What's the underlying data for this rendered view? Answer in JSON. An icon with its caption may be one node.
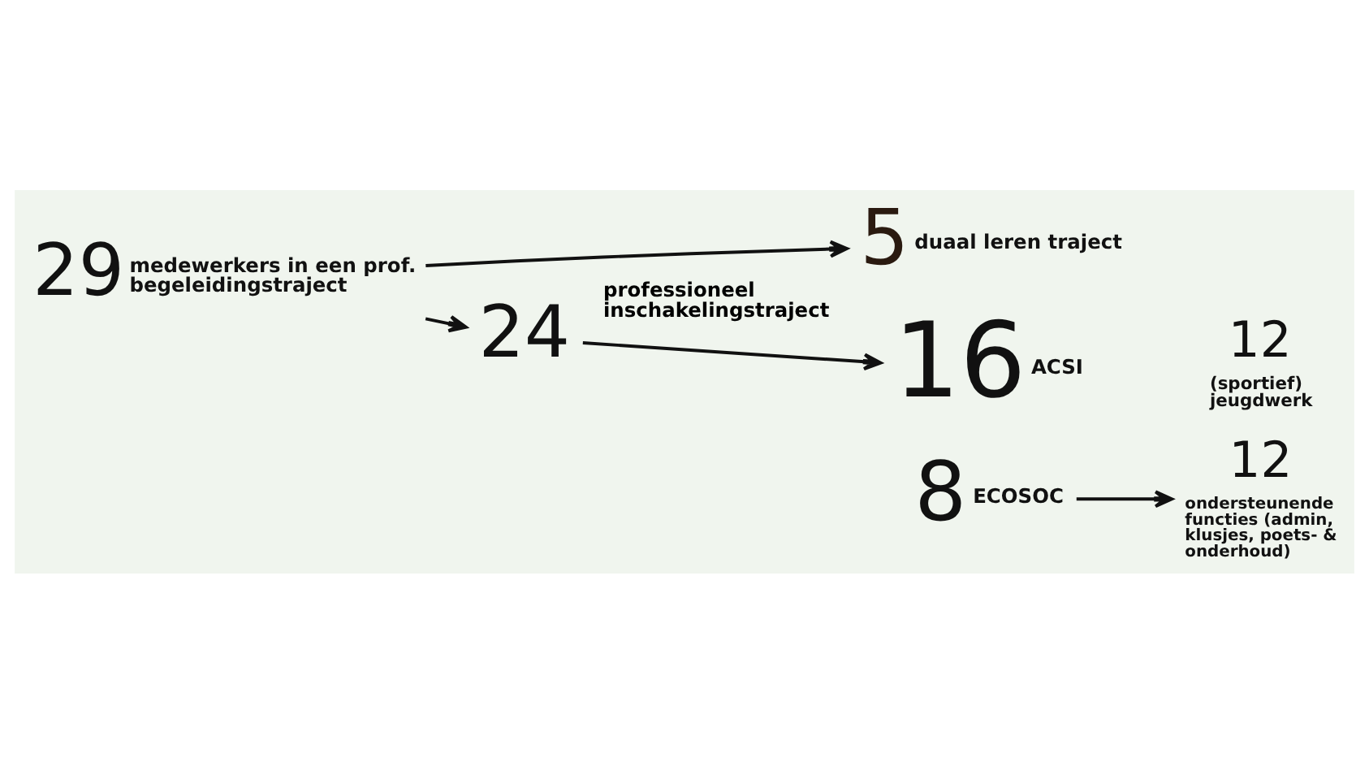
{
  "diagram": {
    "nodes": [
      {
        "text": [
          "29"
        ],
        "beside": [
          "medewerkers in een prof. begeleidingstraject"
        ]
      },
      {
        "text": [
          "5"
        ],
        "beside": [
          "duaal leren traject"
        ]
      },
      {
        "text": [
          "24"
        ]
      },
      {
        "text": [
          "16"
        ],
        "beside": [
          "ACSI"
        ]
      },
      {
        "text": [
          "8"
        ],
        "beside": [
          "ECOSOC"
        ]
      },
      {
        "text": [
          "12"
        ],
        "beside": [
          "(sportief) jeugdwerk"
        ]
      },
      {
        "text": [
          "12"
        ],
        "beside": [
          "ondersteunende functies (admin, klusjes, poets- & onderhoud)"
        ]
      }
    ],
    "edges": [
      {
        "from": 0,
        "to": 2,
        "arrow": "to"
      },
      {
        "from": 0,
        "to": 1,
        "arrow": "to"
      },
      {
        "from": 2,
        "to": 3,
        "arrow": "to",
        "label": "professioneel inschakelingstraject"
      },
      {
        "from": 4,
        "to": 6,
        "arrow": "to"
      }
    ]
  }
}
